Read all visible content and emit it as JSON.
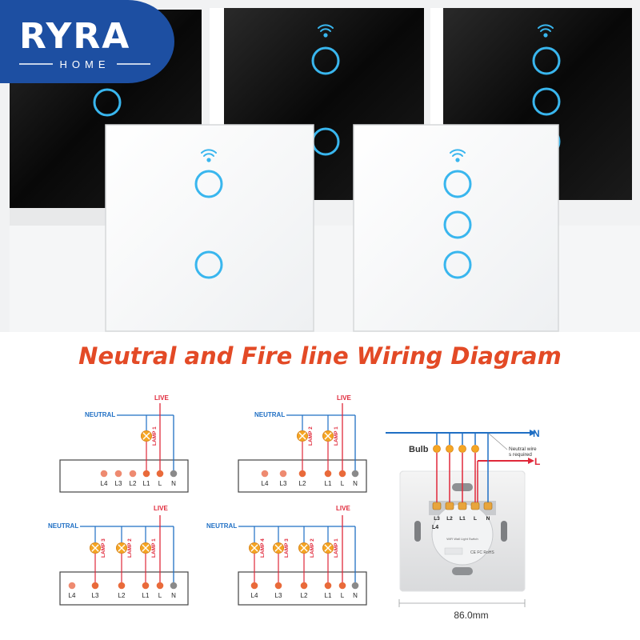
{
  "brand": {
    "name": "RYRA",
    "sub": "HOME"
  },
  "title": "Neutral and Fire line Wiring Diagram",
  "labels": {
    "neutral": "NEUTRAL",
    "live": "LIVE",
    "l": "L",
    "n": "N"
  },
  "lamps": [
    "LAMP 1",
    "LAMP 2",
    "LAMP 3",
    "LAMP 4"
  ],
  "terminals": [
    "L4",
    "L3",
    "L2",
    "L1",
    "L",
    "N"
  ],
  "photo": {
    "n": "N",
    "l": "L",
    "bulb": "Bulb",
    "note1": "Neutral wire",
    "note2": "s required",
    "terms": [
      "L3",
      "L2",
      "L1",
      "L",
      "N"
    ],
    "l4": "L4",
    "dimension": "86.0mm"
  },
  "colors": {
    "neutral": "#1f6fc4",
    "live": "#e0283a",
    "orange": "#e96a3a",
    "title": "#e34a26",
    "brand": "#1d4fa2"
  }
}
